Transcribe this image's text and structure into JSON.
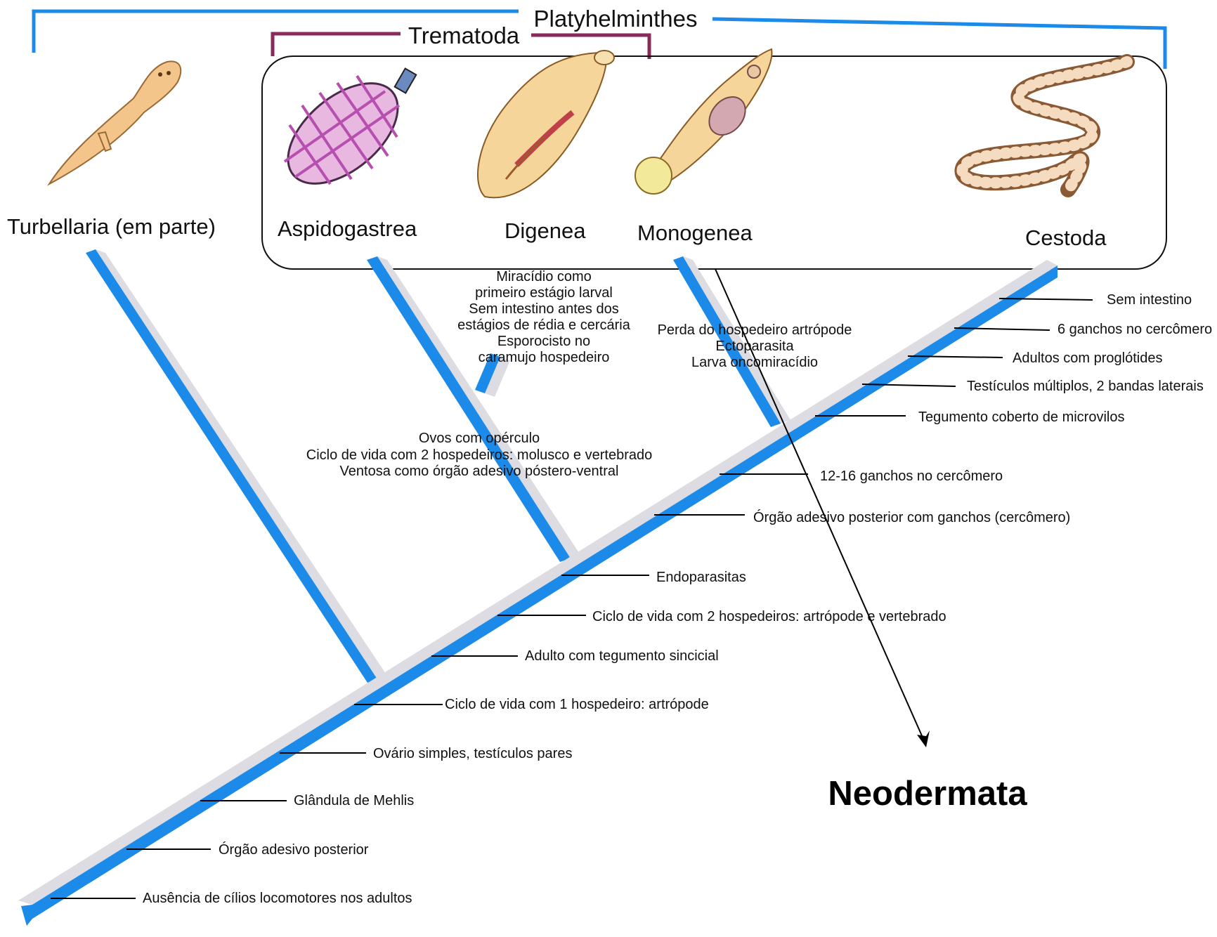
{
  "groups": {
    "platyhelminthes": "Platyhelminthes",
    "trematoda": "Trematoda",
    "neodermata": "Neodermata"
  },
  "taxa": {
    "turbellaria": "Turbellaria (em parte)",
    "aspidogastrea": "Aspidogastrea",
    "digenea": "Digenea",
    "monogenea": "Monogenea",
    "cestoda": "Cestoda"
  },
  "trunk_characters": [
    "Ausência de cílios locomotores nos adultos",
    "Órgão adesivo posterior",
    "Glândula de Mehlis",
    "Ovário simples, testículos pares",
    "Ciclo de vida com 1 hospedeiro: artrópode",
    "Adulto com tegumento sincicial",
    "Ciclo de vida com 2 hospedeiros: artrópode e vertebrado",
    "Endoparasitas",
    "Órgão adesivo posterior com ganchos (cercômero)",
    "12-16 ganchos no cercômero",
    "Tegumento coberto de microvilos",
    "Testículos múltiplos, 2 bandas laterais",
    "Adultos com proglótides",
    "6 ganchos no cercômero",
    "Sem intestino"
  ],
  "trematoda_characters": [
    "Ovos com opérculo",
    "Ciclo de vida com 2 hospedeiros: molusco e vertebrado",
    "Ventosa como órgão adesivo póstero-ventral"
  ],
  "digenea_characters": [
    "Miracídio como",
    "primeiro estágio larval",
    "Sem intestino antes dos",
    "estágios de rédia e cercária",
    "Esporocisto no",
    "caramujo hospedeiro"
  ],
  "monogenea_characters": [
    "Perda do hospedeiro artrópode",
    "Ectoparasita",
    "Larva oncomiracídio"
  ],
  "colors": {
    "branch_blue": "#1b8ae8",
    "branch_gray": "#dcdce2",
    "bracket_blue": "#1b8ae8",
    "bracket_maroon": "#8a2a5a",
    "outline": "#111111"
  }
}
